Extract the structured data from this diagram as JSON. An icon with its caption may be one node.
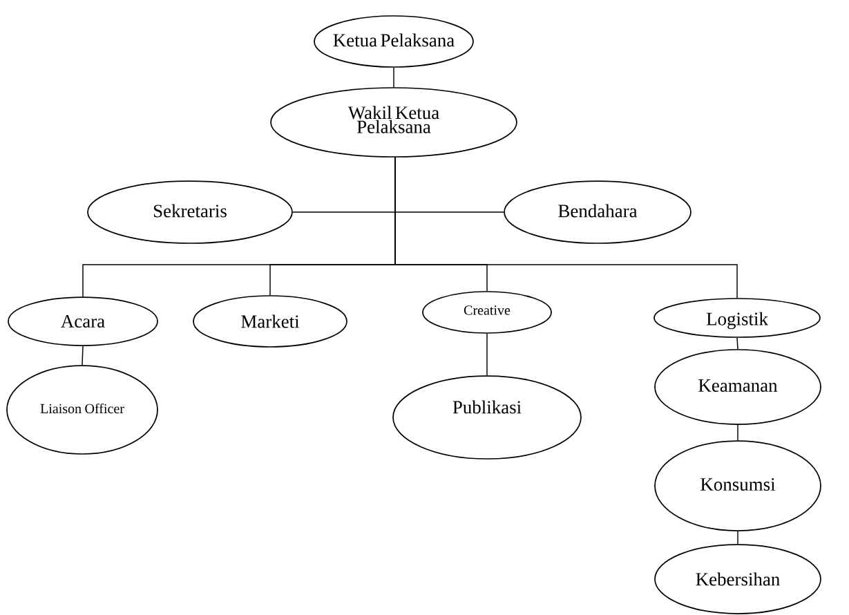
{
  "diagram": {
    "nodes": [
      {
        "text": [
          "Ketua Pelaksana"
        ]
      },
      {
        "text": [
          "Wakil Ketua Pelaksana"
        ]
      },
      {
        "text": [
          "Sekretaris"
        ]
      },
      {
        "text": [
          "Bendahara"
        ]
      },
      {
        "text": [
          "Acara"
        ]
      },
      {
        "text": [
          "Marketi"
        ]
      },
      {
        "text": [
          "Creative"
        ]
      },
      {
        "text": [
          "Logistik"
        ]
      },
      {
        "text": [
          "Liaison Officer"
        ]
      },
      {
        "text": [
          "Publikasi"
        ]
      },
      {
        "text": [
          "Keamanan"
        ]
      },
      {
        "text": [
          "Konsumsi"
        ]
      },
      {
        "text": [
          "Kebersihan"
        ]
      }
    ],
    "edges": [
      {
        "from": 0,
        "to": 1,
        "arrow": "none"
      },
      {
        "from": 1,
        "to": 2,
        "arrow": "none"
      },
      {
        "from": 1,
        "to": 3,
        "arrow": "none"
      },
      {
        "from": 1,
        "to": 4,
        "arrow": "none"
      },
      {
        "from": 1,
        "to": 5,
        "arrow": "none"
      },
      {
        "from": 1,
        "to": 6,
        "arrow": "none"
      },
      {
        "from": 1,
        "to": 7,
        "arrow": "none"
      },
      {
        "from": 4,
        "to": 8,
        "arrow": "none"
      },
      {
        "from": 6,
        "to": 9,
        "arrow": "none"
      },
      {
        "from": 7,
        "to": 10,
        "arrow": "none"
      },
      {
        "from": 10,
        "to": 11,
        "arrow": "none"
      },
      {
        "from": 11,
        "to": 12,
        "arrow": "none"
      }
    ]
  }
}
